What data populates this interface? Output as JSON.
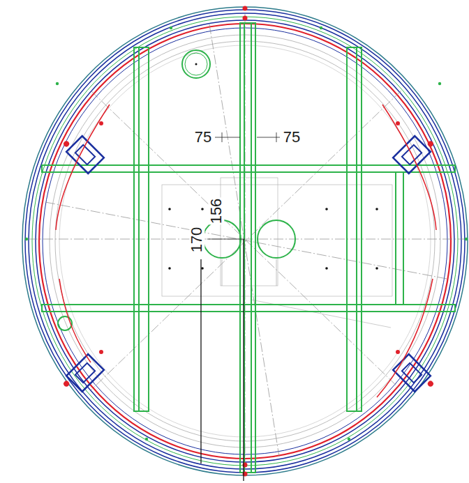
{
  "diagram": {
    "labels": [
      "75",
      "75",
      "156",
      "170"
    ]
  }
}
